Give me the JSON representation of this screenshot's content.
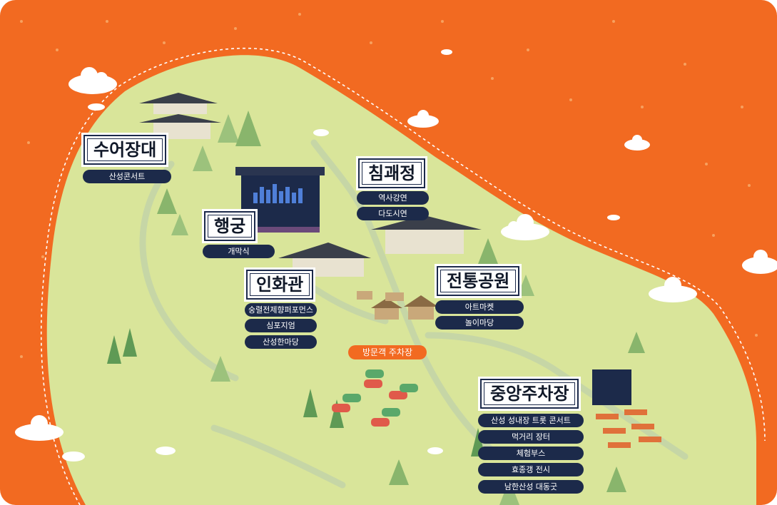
{
  "colors": {
    "background": "#f26a21",
    "land": "#d9e59a",
    "road": "#bfd2a6",
    "label_bg": "#1c2a4a",
    "label_text": "#ffffff",
    "parking_label": "#f26a21"
  },
  "areas": [
    {
      "title": "수어장대",
      "items": [
        "산성콘서트"
      ]
    },
    {
      "title": "침괘정",
      "items": [
        "역사강연",
        "다도시연"
      ]
    },
    {
      "title": "행궁",
      "items": [
        "개막식"
      ]
    },
    {
      "title": "인화관",
      "items": [
        "숭렬전제향퍼포먼스",
        "심포지엄",
        "산성한마당"
      ]
    },
    {
      "title": "전통공원",
      "items": [
        "아트마켓",
        "놀이마당"
      ]
    },
    {
      "title": "중앙주차장",
      "items": [
        "산성 성내장 트롯 콘서트",
        "먹거리 장터",
        "체험부스",
        "효종갱 전시",
        "남한산성 대동굿"
      ]
    }
  ],
  "parking_label": "방문객 주차장"
}
